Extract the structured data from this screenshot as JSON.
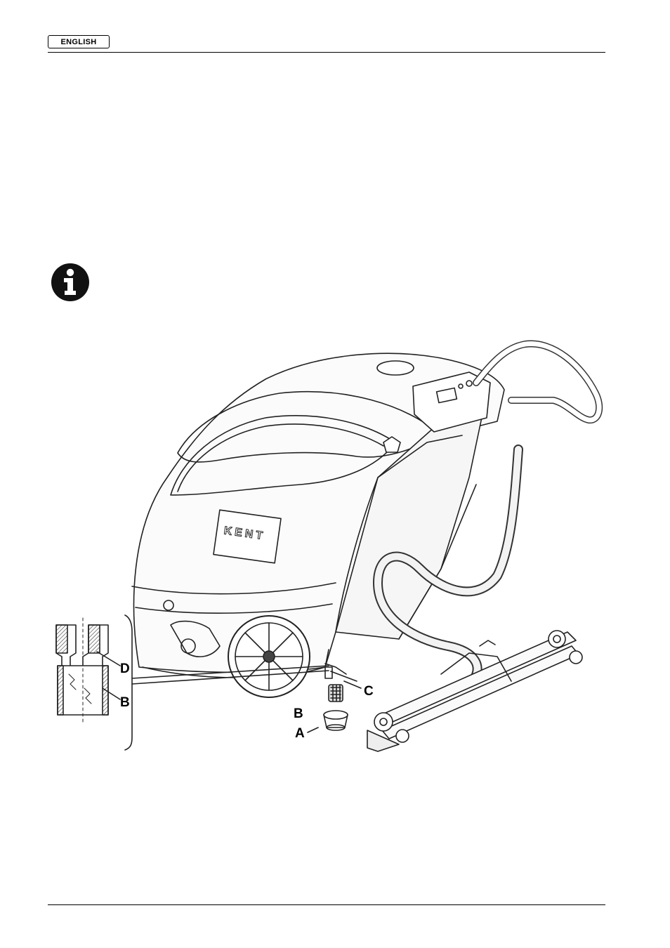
{
  "header": {
    "language_label": "ENGLISH"
  },
  "icons": {
    "info": "info-icon"
  },
  "figure": {
    "brand": "KENT",
    "callouts": {
      "a": "A",
      "b_main": "B",
      "b_detail": "B",
      "c": "C",
      "d": "D"
    }
  }
}
